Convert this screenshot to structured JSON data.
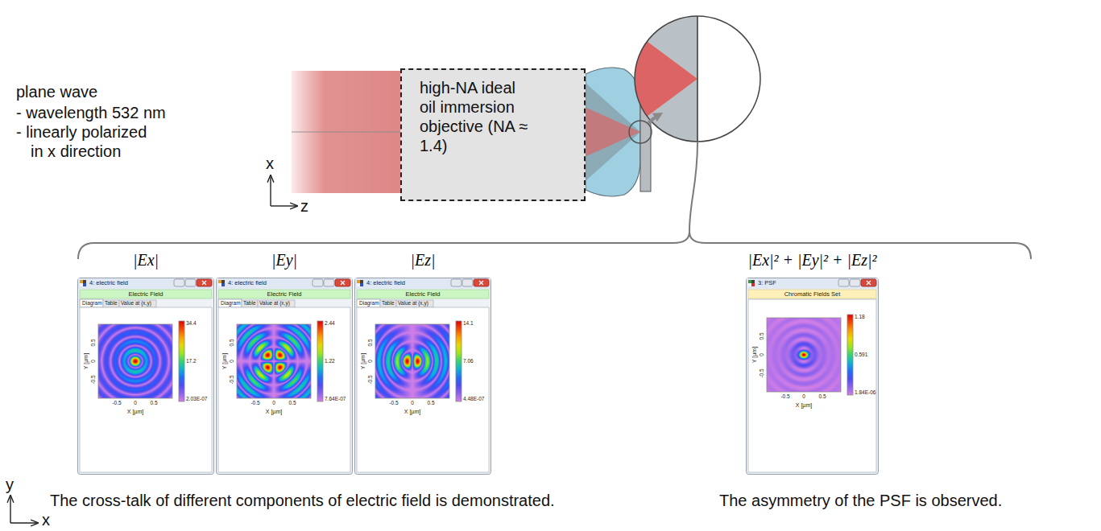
{
  "diagram": {
    "nodes": [
      {
        "text": [
          "high-NA ideal oil immersion objective (NA ≈ 1.4)"
        ]
      },
      {
        "text": [
          "|Ex|",
          "4: electric field",
          "Electric Field",
          "Diagram",
          "Table",
          "Value at (x,y)",
          "34.4",
          "17.2",
          "2.03E-07",
          "0.5",
          "0",
          "-0.5",
          "Y [µm]",
          "-0.5",
          "0",
          "0.5",
          "X [µm]"
        ]
      },
      {
        "text": [
          "|Ey|",
          "4: electric field",
          "Electric Field",
          "Diagram",
          "Table",
          "Value at (x,y)",
          "2.44",
          "1.22",
          "7.64E-07",
          "0.5",
          "0",
          "-0.5",
          "Y [µm]",
          "-0.5",
          "0",
          "0.5",
          "X [µm]"
        ]
      },
      {
        "text": [
          "|Ez|",
          "4: electric field",
          "Electric Field",
          "Diagram",
          "Table",
          "Value at (x,y)",
          "14.1",
          "7.06",
          "4.48E-07",
          "0.5",
          "0",
          "-0.5",
          "Y [µm]",
          "-0.5",
          "0",
          "0.5",
          "X [µm]"
        ]
      },
      {
        "text": [
          "|Ex|² + |Ey|² + |Ez|²",
          "3: PSF",
          "Chromatic Fields Set",
          "1.18",
          "0.591",
          "1.84E-06",
          "0.5",
          "0",
          "-0.5",
          "Y [µm]",
          "-0.5",
          "0",
          "0.5",
          "X [µm]"
        ]
      }
    ],
    "labels": [
      "plane wave",
      "- wavelength 532 nm",
      "- linearly polarized in x direction",
      "x",
      "z",
      "y",
      "x",
      "The cross-talk of different components of electric field is demonstrated.",
      "The asymmetry of the PSF is observed."
    ]
  }
}
